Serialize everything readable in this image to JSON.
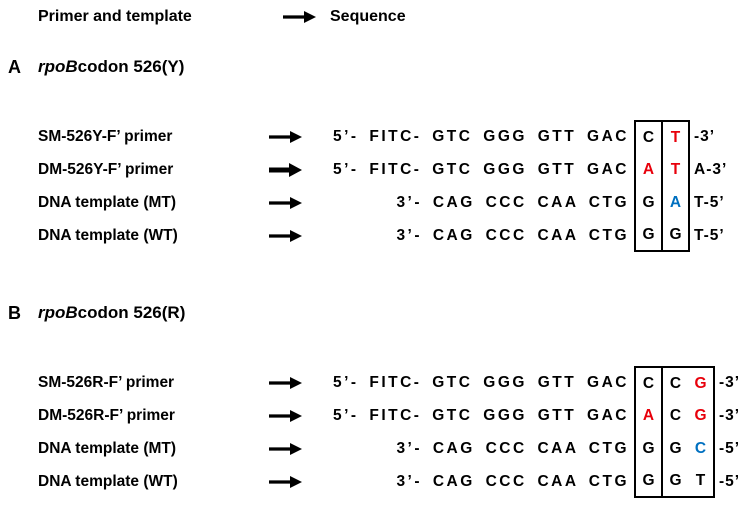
{
  "colors": {
    "red": "#e8000b",
    "blue": "#0070c0",
    "text": "#000000"
  },
  "header": {
    "label": "Primer and template",
    "value": "Sequence"
  },
  "sections": [
    {
      "marker": "A",
      "gene": "rpoB",
      "title_rest": " codon 526(Y)",
      "rows": [
        {
          "label": "SM-526Y-F’ primer",
          "arrow_bold": false,
          "prefix": "5’- FITC- GTC GGG GTT GAC",
          "boxes": [
            [
              {
                "ch": "C",
                "color": "text"
              }
            ],
            [
              {
                "ch": "T",
                "color": "red"
              }
            ]
          ],
          "suffix": "-3’"
        },
        {
          "label": "DM-526Y-F’ primer",
          "arrow_bold": true,
          "prefix": "5’- FITC- GTC GGG GTT GAC",
          "boxes": [
            [
              {
                "ch": "A",
                "color": "red"
              }
            ],
            [
              {
                "ch": "T",
                "color": "red"
              }
            ]
          ],
          "suffix": "A-3’"
        },
        {
          "label": "DNA template (MT)",
          "arrow_bold": false,
          "prefix": "3’- CAG CCC CAA CTG",
          "boxes": [
            [
              {
                "ch": "G",
                "color": "text"
              }
            ],
            [
              {
                "ch": "A",
                "color": "blue"
              }
            ]
          ],
          "suffix": "T-5’"
        },
        {
          "label": "DNA template (WT)",
          "arrow_bold": false,
          "prefix": "3’- CAG CCC CAA CTG",
          "boxes": [
            [
              {
                "ch": "G",
                "color": "text"
              }
            ],
            [
              {
                "ch": "G",
                "color": "text"
              }
            ]
          ],
          "suffix": "T-5’"
        }
      ]
    },
    {
      "marker": "B",
      "gene": "rpoB",
      "title_rest": " codon 526(R)",
      "rows": [
        {
          "label": "SM-526R-F’ primer",
          "arrow_bold": false,
          "prefix": "5’- FITC- GTC GGG GTT GAC",
          "boxes": [
            [
              {
                "ch": "C",
                "color": "text"
              }
            ],
            [
              {
                "ch": "C",
                "color": "text"
              },
              {
                "ch": "G",
                "color": "red"
              }
            ]
          ],
          "suffix": "-3’"
        },
        {
          "label": "DM-526R-F’ primer",
          "arrow_bold": false,
          "prefix": "5’- FITC- GTC GGG GTT GAC",
          "boxes": [
            [
              {
                "ch": "A",
                "color": "red"
              }
            ],
            [
              {
                "ch": "C",
                "color": "text"
              },
              {
                "ch": "G",
                "color": "red"
              }
            ]
          ],
          "suffix": "-3’"
        },
        {
          "label": "DNA template (MT)",
          "arrow_bold": false,
          "prefix": "3’- CAG CCC CAA CTG",
          "boxes": [
            [
              {
                "ch": "G",
                "color": "text"
              }
            ],
            [
              {
                "ch": "G",
                "color": "text"
              },
              {
                "ch": "C",
                "color": "blue"
              }
            ]
          ],
          "suffix": "-5’"
        },
        {
          "label": "DNA template (WT)",
          "arrow_bold": false,
          "prefix": "3’- CAG CCC CAA CTG",
          "boxes": [
            [
              {
                "ch": "G",
                "color": "text"
              }
            ],
            [
              {
                "ch": "G",
                "color": "text"
              },
              {
                "ch": "T",
                "color": "text"
              }
            ]
          ],
          "suffix": "-5’"
        }
      ]
    }
  ]
}
